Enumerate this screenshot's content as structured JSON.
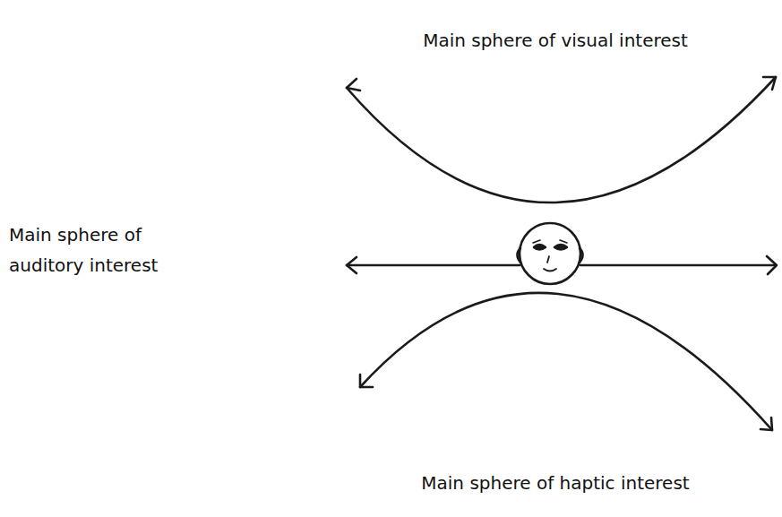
{
  "diagram": {
    "labels": [
      "Main sphere of visual interest",
      "Main sphere of auditory interest",
      "Main sphere of haptic interest"
    ]
  }
}
